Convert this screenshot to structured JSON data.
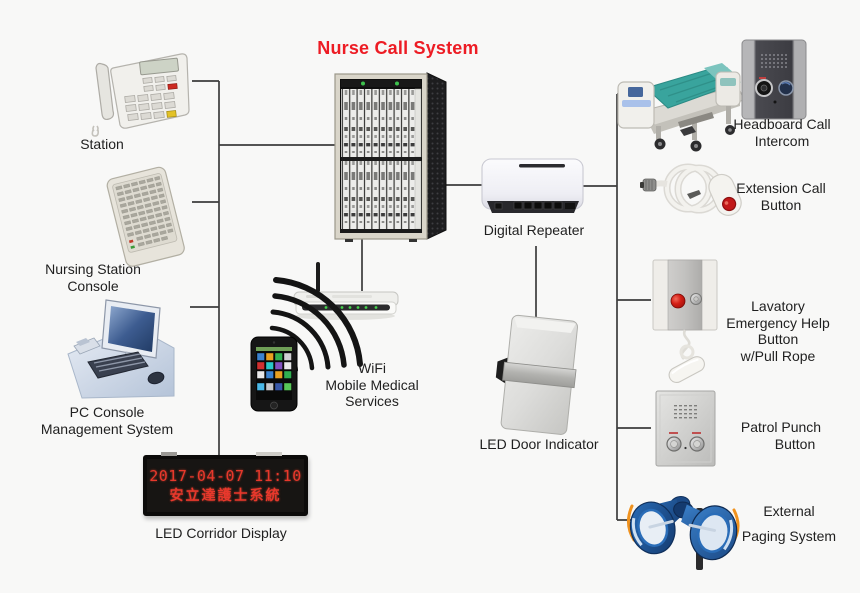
{
  "title": "Nurse Call System",
  "colors": {
    "accent_red": "#ed1c24",
    "line_color": "#3c3c3c",
    "led_red": "#e8382c",
    "text_color": "#1f1f1f",
    "background": "#f8f8f7"
  },
  "led_display": {
    "line1": "2017-04-07 11:10",
    "line2": "安立達護士系統"
  },
  "nodes": {
    "station": {
      "lines": [
        "Station"
      ]
    },
    "nursing_console": {
      "lines": [
        "Nursing Station",
        "Console"
      ]
    },
    "pc_console": {
      "lines": [
        "PC Console",
        "Management System"
      ]
    },
    "led_corridor": {
      "lines": [
        "LED Corridor Display"
      ]
    },
    "wifi": {
      "lines": [
        "WiFi",
        "Mobile Medical",
        "Services"
      ]
    },
    "digital_repeater": {
      "lines": [
        "Digital Repeater"
      ]
    },
    "led_door": {
      "lines": [
        "LED Door Indicator"
      ]
    },
    "headboard": {
      "lines": [
        "Headboard Call",
        "Intercom"
      ]
    },
    "extension": {
      "lines": [
        "Extension Call",
        "Button"
      ]
    },
    "lavatory": {
      "lines": [
        "Lavatory",
        "Emergency Help",
        "Button",
        "w/Pull Rope"
      ]
    },
    "patrol": {
      "lines": [
        "Patrol Punch",
        "Button"
      ]
    },
    "paging": {
      "lines": [
        "External",
        "Paging System"
      ]
    }
  }
}
